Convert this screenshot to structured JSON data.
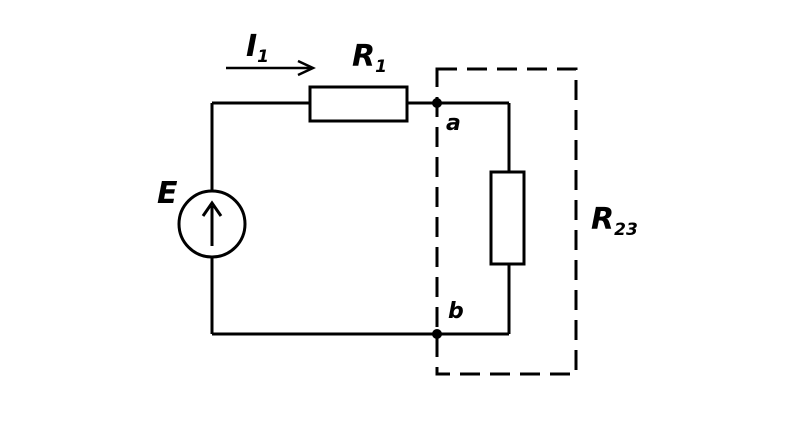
{
  "diagram": {
    "source_label": {
      "main": "E",
      "sub": ""
    },
    "current_label": {
      "main": "I",
      "sub": "1"
    },
    "resistor1_label": {
      "main": "R",
      "sub": "1"
    },
    "equivalent_label": {
      "main": "R",
      "sub": "23"
    },
    "node_a": "a",
    "node_b": "b",
    "colors": {
      "line": "#000000",
      "background": "#ffffff"
    }
  }
}
